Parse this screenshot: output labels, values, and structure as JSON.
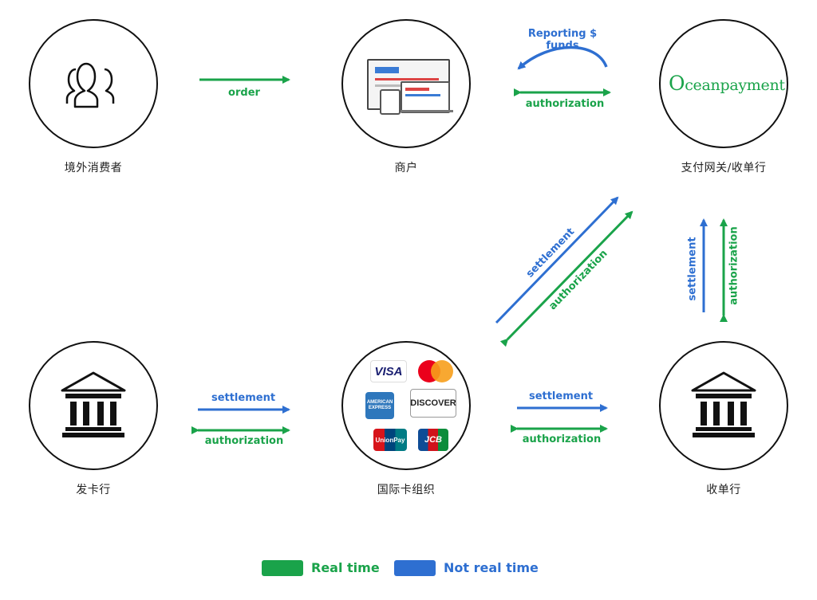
{
  "nodes": {
    "consumer": "境外消费者",
    "merchant": "商户",
    "gateway": "支付网关/收单行",
    "issuer": "发卡行",
    "network": "国际卡组织",
    "acquirer": "收单行"
  },
  "gateway_logo_text": "Oceanpayment",
  "card_brands": {
    "visa": "VISA",
    "amex": "AMERICAN EXPRESS",
    "discover": "DISCOVER",
    "unionpay": "UnionPay",
    "jcb": "JCB"
  },
  "connections": {
    "order": "order",
    "reporting_funds": "Reporting $ funds",
    "gateway_authorization": "authorization",
    "diag_settlement": "settlement",
    "diag_authorization": "authorization",
    "vert_settlement": "settlement",
    "vert_authorization": "authorization",
    "issuer_settlement": "settlement",
    "issuer_authorization": "authorization",
    "acquirer_settlement": "settlement",
    "acquirer_authorization": "authorization"
  },
  "legend": {
    "real_time": "Real time",
    "not_real_time": "Not real time"
  },
  "colors": {
    "real_time": "#1aa34a",
    "not_real_time": "#2e6fd1"
  }
}
